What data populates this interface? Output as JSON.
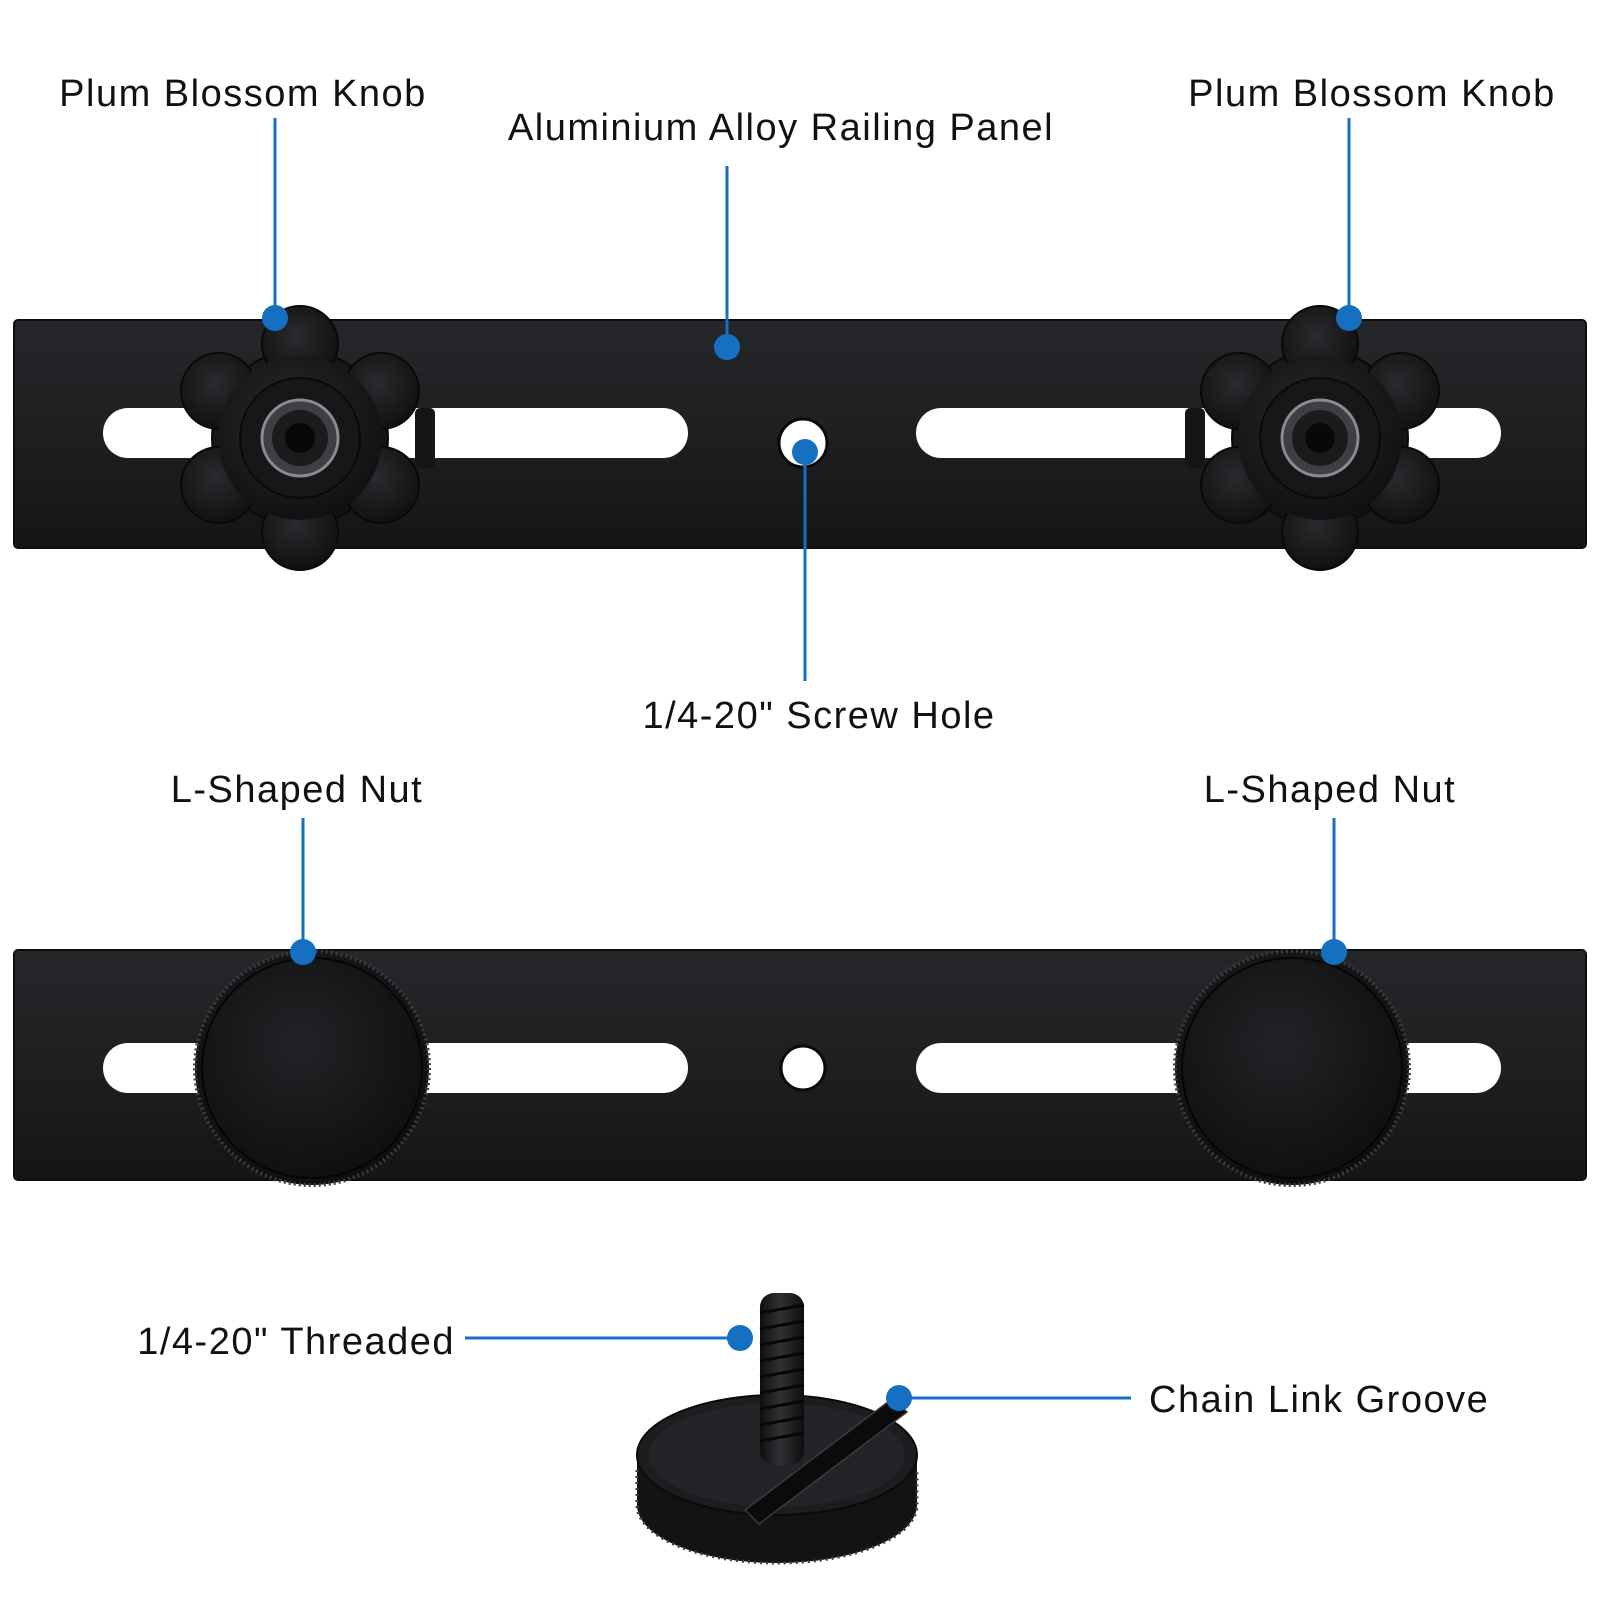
{
  "colors": {
    "accent": "#1670c2",
    "metal": "#1f2022",
    "metal_edge": "#0c0c0d",
    "background": "#ffffff"
  },
  "labels": {
    "knob_left": "Plum Blossom Knob",
    "knob_right": "Plum Blossom Knob",
    "railing_panel": "Aluminium Alloy Railing Panel",
    "screw_hole": "1/4-20\" Screw Hole",
    "nut_left": "L-Shaped Nut",
    "nut_right": "L-Shaped Nut",
    "threaded": "1/4-20\" Threaded",
    "chain_groove": "Chain Link Groove"
  }
}
